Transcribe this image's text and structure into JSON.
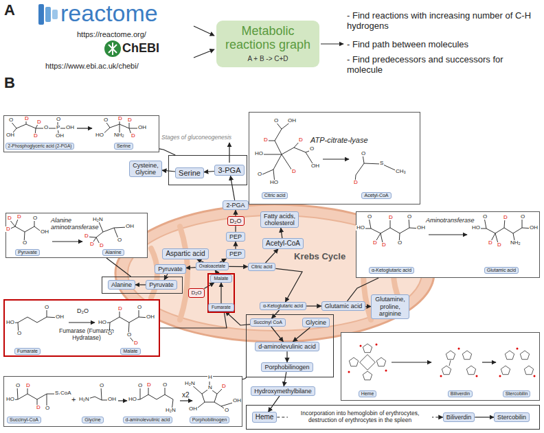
{
  "diagram": {
    "nodes": [
      {
        "text": [
          "Metabolic reactions graph",
          "A + B -> C+D"
        ]
      },
      {
        "text": []
      },
      {
        "text": [
          "2-Phosphoglyceric acid (2-PGA)"
        ],
        "in": 1
      },
      {
        "text": [
          "Serine"
        ],
        "in": 1
      },
      {
        "text": [
          "Cysteine, Glycine"
        ]
      },
      {
        "text": []
      },
      {
        "text": [
          "Serine"
        ],
        "in": 5
      },
      {
        "text": [
          "3-PGA"
        ],
        "in": 5
      },
      {
        "text": []
      },
      {
        "text": [
          "Citric acid"
        ],
        "in": 8
      },
      {
        "text": [
          "Acetyl-CoA"
        ],
        "in": 8
      },
      {
        "text": [
          "2-PGA"
        ]
      },
      {
        "text": [
          "D₂O"
        ]
      },
      {
        "text": [
          "PEP"
        ]
      },
      {
        "text": [
          "Fatty acids, cholesterol"
        ]
      },
      {
        "text": [
          "Acetyl-CoA"
        ]
      },
      {
        "text": [
          "PEP"
        ]
      },
      {
        "text": []
      },
      {
        "text": [
          "Pyruvate"
        ],
        "in": 17
      },
      {
        "text": [
          "Alanine"
        ],
        "in": 17
      },
      {
        "text": []
      },
      {
        "text": [
          "α-Ketoglutaric acid"
        ],
        "in": 20
      },
      {
        "text": [
          "Glutamic acid"
        ],
        "in": 20
      },
      {
        "text": [
          "Aspartic acid"
        ]
      },
      {
        "text": [
          "Oxaloacetate"
        ]
      },
      {
        "text": [
          "Citric acid"
        ]
      },
      {
        "text": [
          "Pyruvate"
        ]
      },
      {
        "text": []
      },
      {
        "text": [
          "Alanine"
        ],
        "in": 27
      },
      {
        "text": [
          "Pyruvate"
        ],
        "in": 27
      },
      {
        "text": []
      },
      {
        "text": [
          "Malate"
        ],
        "in": 30
      },
      {
        "text": [
          "Fumarate"
        ],
        "in": 30
      },
      {
        "text": [
          "D₂O"
        ]
      },
      {
        "text": []
      },
      {
        "text": [
          "Fumarate"
        ],
        "in": 34
      },
      {
        "text": [
          "Malate"
        ],
        "in": 34
      },
      {
        "text": [
          "α-Ketoglutaric acid"
        ]
      },
      {
        "text": [
          "Glutamic acid"
        ]
      },
      {
        "text": [
          "Glutamine, proline, arginine"
        ]
      },
      {
        "text": []
      },
      {
        "text": [
          "Succinyl CoA"
        ],
        "in": 40
      },
      {
        "text": [
          "Glycine"
        ],
        "in": 40
      },
      {
        "text": [
          "d-aminolevulinic acid"
        ],
        "in": 40
      },
      {
        "text": [
          "Porphobilinogen"
        ],
        "in": 40
      },
      {
        "text": []
      },
      {
        "text": [
          "Heme"
        ],
        "in": 45
      },
      {
        "text": [
          "Biliverdin"
        ],
        "in": 45
      },
      {
        "text": [
          "Stercobilin"
        ],
        "in": 45
      },
      {
        "text": [
          "Hydroxymethylbilane"
        ]
      },
      {
        "text": []
      },
      {
        "text": [
          "Succinyl-CoA"
        ],
        "in": 50
      },
      {
        "text": [
          "Glycine"
        ],
        "in": 50
      },
      {
        "text": [
          "d-aminolevulinic acid"
        ],
        "in": 50
      },
      {
        "text": [
          "Porphobilinogen"
        ],
        "in": 50
      },
      {
        "text": []
      },
      {
        "text": [
          "Heme"
        ],
        "in": 55
      },
      {
        "text": [
          "Biliverdin"
        ],
        "in": 55
      },
      {
        "text": [
          "Stercobilin"
        ],
        "in": 55
      }
    ],
    "edges": [
      {
        "from": 7,
        "to": 6,
        "arrow": "to"
      },
      {
        "from": 6,
        "to": 4,
        "arrow": "to"
      },
      {
        "from": 11,
        "to": 7,
        "arrow": "to"
      },
      {
        "from": 13,
        "to": 12,
        "arrow": "none"
      },
      {
        "from": 12,
        "to": 11,
        "arrow": "to"
      },
      {
        "from": 16,
        "to": 13,
        "arrow": "to"
      },
      {
        "from": 24,
        "to": 16,
        "arrow": "to"
      },
      {
        "from": 24,
        "to": 23,
        "arrow": "to"
      },
      {
        "from": 24,
        "to": 26,
        "arrow": "to"
      },
      {
        "from": 26,
        "to": 29,
        "arrow": "to"
      },
      {
        "from": 29,
        "to": 28,
        "arrow": "to"
      },
      {
        "from": 31,
        "to": 24,
        "arrow": "to"
      },
      {
        "from": 32,
        "to": 31,
        "arrow": "to"
      },
      {
        "from": 33,
        "to": 31,
        "arrow": "to"
      },
      {
        "from": 24,
        "to": 25,
        "arrow": "to"
      },
      {
        "from": 25,
        "to": 15,
        "arrow": "to"
      },
      {
        "from": 15,
        "to": 14,
        "arrow": "to"
      },
      {
        "from": 25,
        "to": 37,
        "arrow": "to"
      },
      {
        "from": 37,
        "to": 38,
        "arrow": "to"
      },
      {
        "from": 38,
        "to": 39,
        "arrow": "to"
      },
      {
        "from": 37,
        "to": 41,
        "arrow": "to"
      },
      {
        "from": 41,
        "to": 32,
        "arrow": "to"
      },
      {
        "from": 41,
        "to": 43,
        "arrow": "to"
      },
      {
        "from": 42,
        "to": 43,
        "arrow": "to"
      },
      {
        "from": 43,
        "to": 44,
        "arrow": "to"
      },
      {
        "from": 44,
        "to": 49,
        "arrow": "to"
      },
      {
        "from": 49,
        "to": 56,
        "arrow": "to"
      },
      {
        "from": 56,
        "to": 57,
        "arrow": "to",
        "label": "Incorporation into hemoglobin of erythrocytes, destruction of erythrocytes in the spleen"
      },
      {
        "from": 57,
        "to": 58,
        "arrow": "to"
      },
      {
        "from": 1,
        "to": 5,
        "arrow": "none"
      },
      {
        "from": 17,
        "to": 27,
        "arrow": "none"
      },
      {
        "from": 20,
        "to": 38,
        "arrow": "none"
      },
      {
        "from": 34,
        "to": 30,
        "arrow": "none"
      },
      {
        "from": 50,
        "to": 40,
        "arrow": "none"
      }
    ],
    "labels": [
      "A",
      "reactome",
      "https://reactome.org/",
      "ChEBI",
      "https://www.ebi.ac.uk/chebi/",
      "- Find reactions with increasing number of C-H hydrogens",
      "- Find path between molecules",
      "- Find predecessors and successors for molecule",
      "B",
      "Stages of gluconeogenesis",
      "Krebs Cycle",
      "ATP-citrate-lyase",
      "Alanine aminotransferase",
      "Aminotransferase",
      "Fumarase (Fumarate Hydratase)",
      "D₂O",
      "x2",
      "+",
      "O",
      "OH",
      "D",
      "D",
      "D",
      "O",
      "P",
      "O",
      "OH",
      "OH",
      "O",
      "HO",
      "D",
      "D",
      "D",
      "OH",
      "NH₂",
      "O",
      "OH",
      "D",
      "HO",
      "O",
      "HO",
      "D",
      "O",
      "OH",
      "D",
      "O",
      "S",
      "CH₃",
      "D",
      "D",
      "D",
      "D",
      "O",
      "O",
      "OH",
      "H₂N",
      "D",
      "D",
      "D",
      "O",
      "OH",
      "HO",
      "O",
      "D",
      "D",
      "D",
      "O",
      "O",
      "OH",
      "HO",
      "O",
      "D",
      "D",
      "D",
      "NH₂",
      "O",
      "OH",
      "HO",
      "O",
      "O",
      "OH",
      "HO",
      "O",
      "D",
      "O",
      "OH",
      "O",
      "D",
      "HO",
      "O",
      "D",
      "D",
      "O",
      "S",
      "CoA",
      "H₂N",
      "O",
      "OH",
      "HO",
      "O",
      "D",
      "O",
      "H₂N",
      "H₂N",
      "H",
      "N",
      "OH",
      "O",
      "OH",
      "D"
    ]
  }
}
